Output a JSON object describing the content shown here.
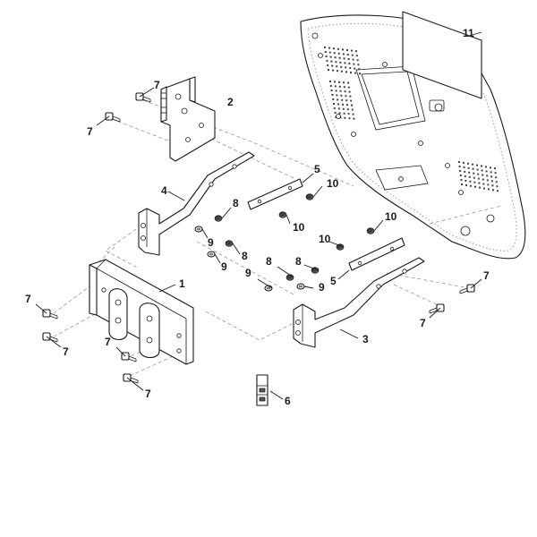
{
  "diagram": {
    "callouts": {
      "c1": "1",
      "c2": "2",
      "c3": "3",
      "c4": "4",
      "c5a": "5",
      "c5b": "5",
      "c6": "6",
      "c7a": "7",
      "c7b": "7",
      "c7c": "7",
      "c7d": "7",
      "c7e": "7",
      "c7f": "7",
      "c7g": "7",
      "c7h": "7",
      "c8a": "8",
      "c8b": "8",
      "c8c": "8",
      "c8d": "8",
      "c9a": "9",
      "c9b": "9",
      "c9c": "9",
      "c9d": "9",
      "c10a": "10",
      "c10b": "10",
      "c10c": "10",
      "c10d": "10",
      "c11": "11"
    }
  }
}
